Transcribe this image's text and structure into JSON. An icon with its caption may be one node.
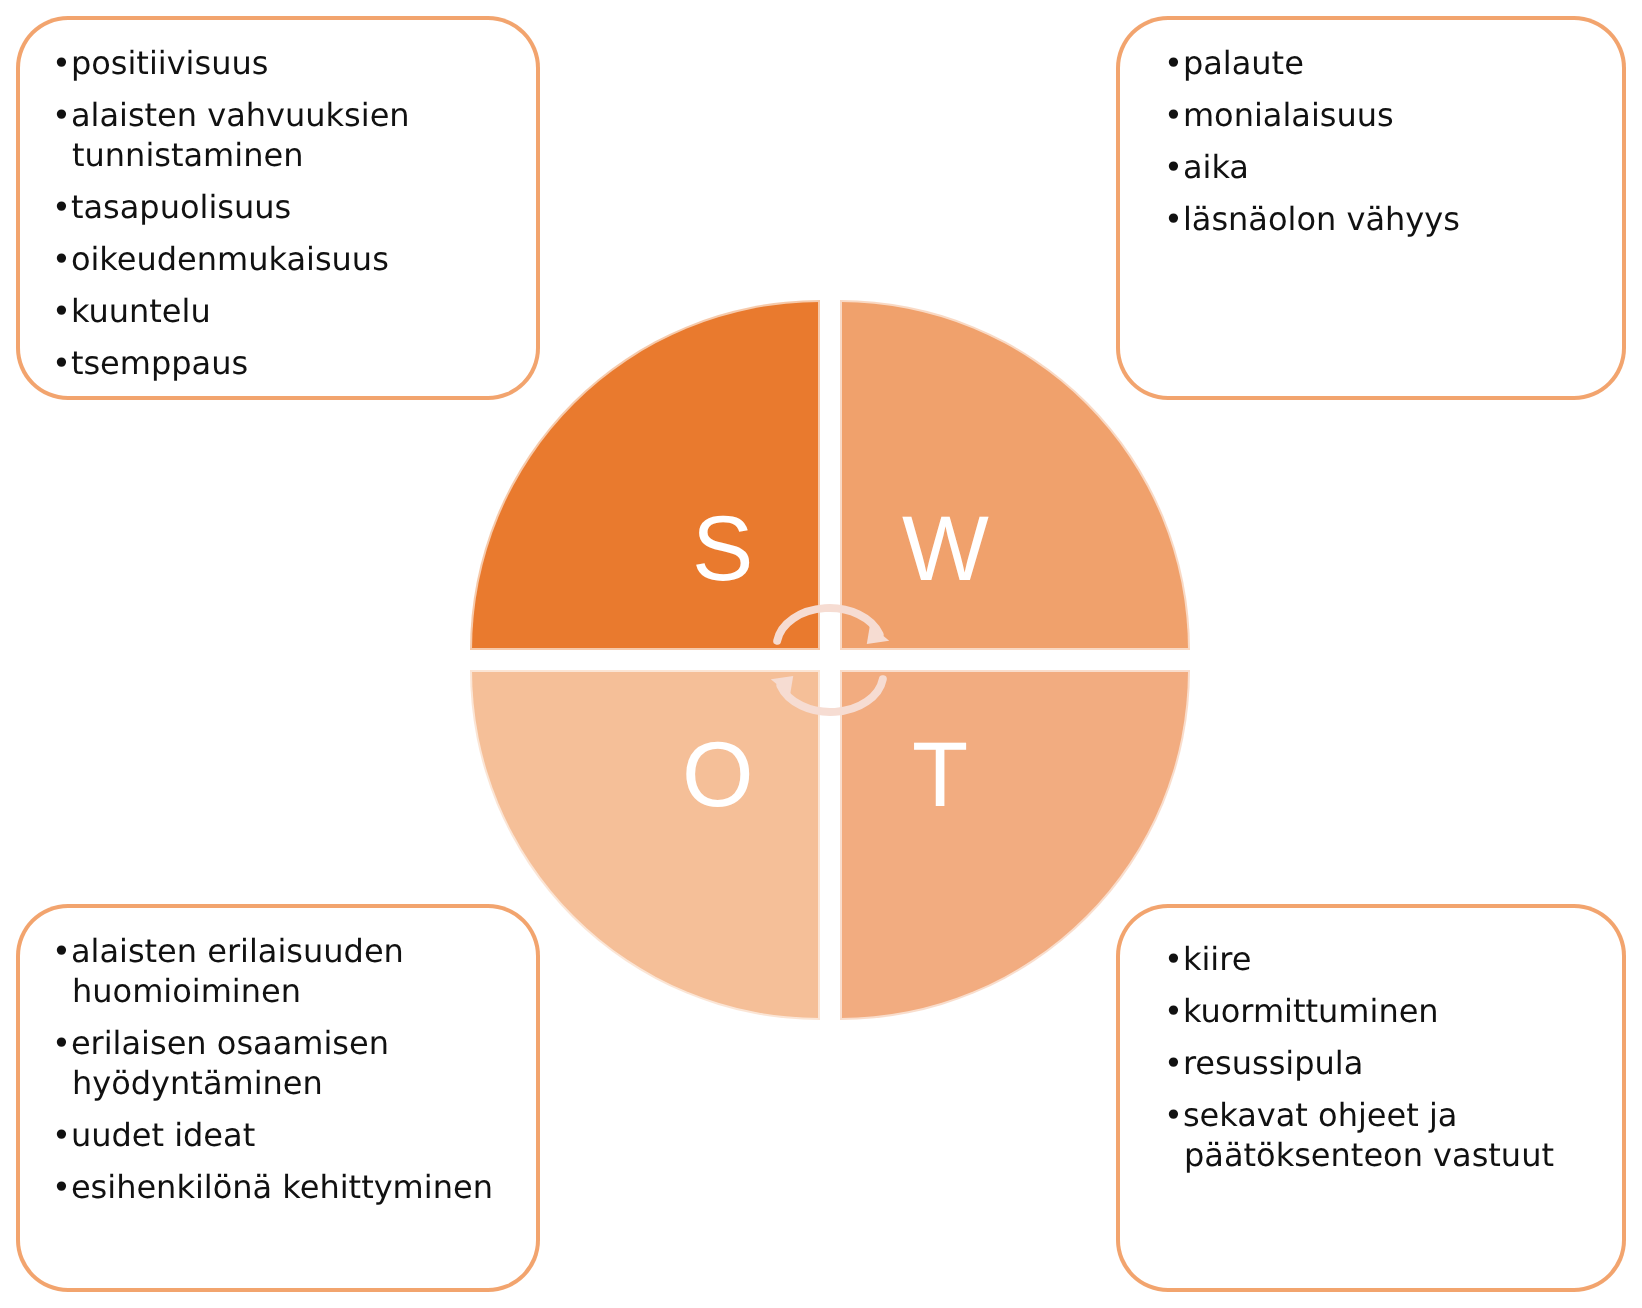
{
  "diagram": {
    "nodes": [
      {
        "text": [
          "•positiivisuus",
          "•alaisten vahvuuksien tunnistaminen",
          "•tasapuolisuus",
          "•oikeudenmukaisuus",
          "•kuuntelu",
          "•tsemppaus"
        ]
      },
      {
        "text": [
          "•palaute",
          "•monialaisuus",
          "•aika",
          "•läsnäolon vähyys"
        ]
      },
      {
        "text": [
          "S"
        ]
      },
      {
        "text": [
          "W"
        ]
      },
      {
        "text": [
          "O"
        ]
      },
      {
        "text": [
          "T"
        ]
      },
      {
        "text": [
          "•alaisten erilaisuuden huomioiminen",
          "•erilaisen osaamisen hyödyntäminen",
          "•uudet ideat",
          "•esihenkilönä kehittyminen"
        ]
      },
      {
        "text": [
          "•kiire",
          "•kuormittuminen",
          "•resussipula",
          "•sekavat ohjeet ja päätöksenteon vastuut"
        ]
      }
    ]
  }
}
